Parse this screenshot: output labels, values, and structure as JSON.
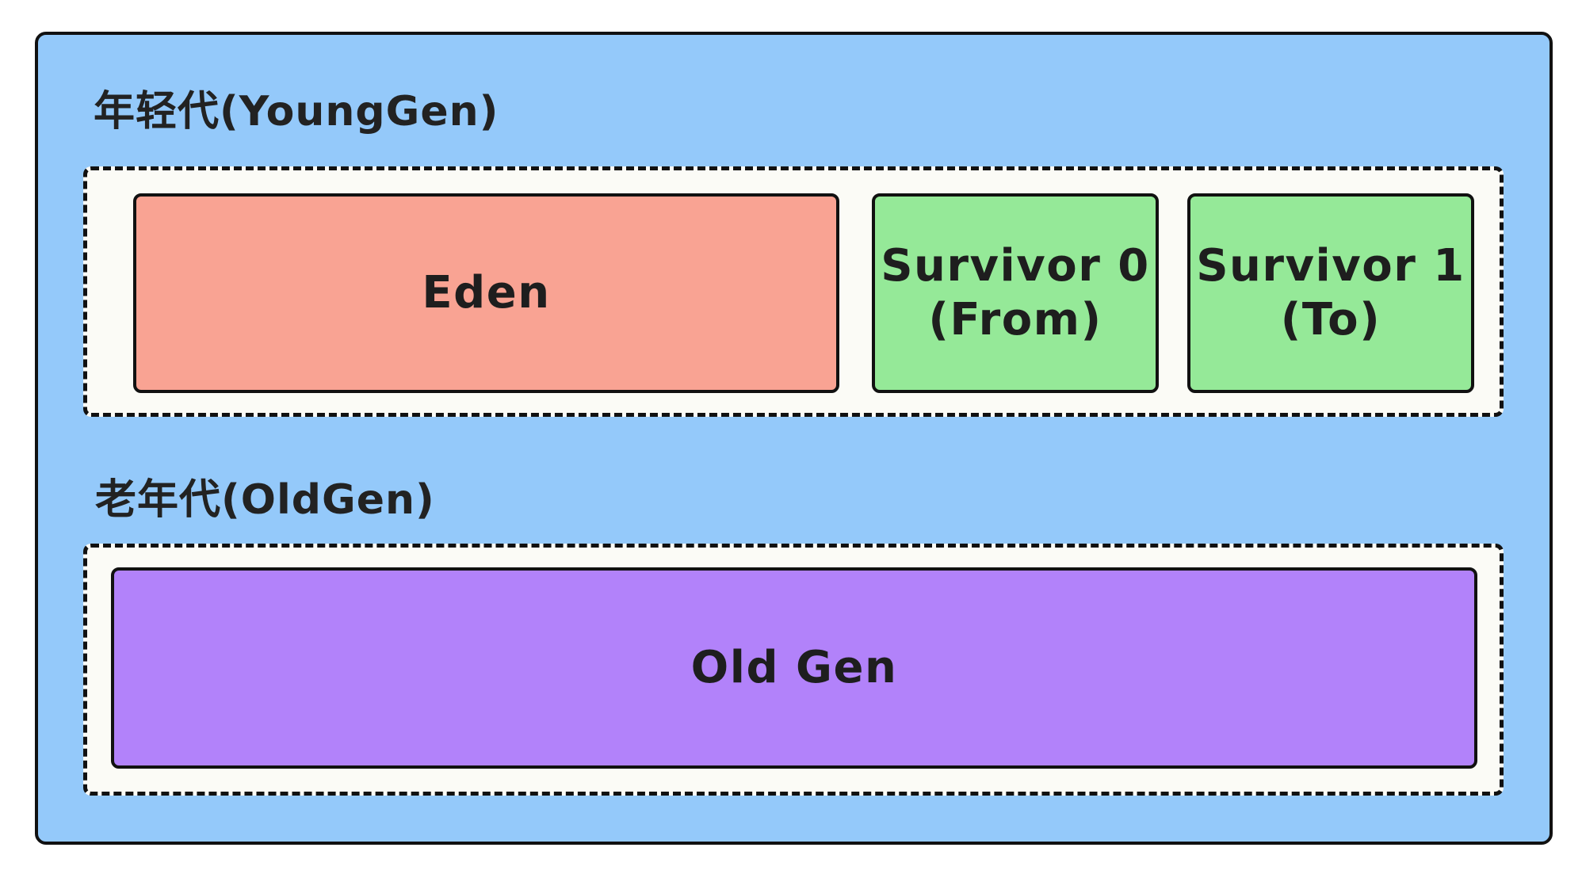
{
  "colors": {
    "heap_fill": "#94c9fa",
    "zone_fill": "#fbfbf6",
    "eden_fill": "#f9a393",
    "survivor_fill": "#95e998",
    "oldgen_fill": "#b282fa"
  },
  "young_gen": {
    "label": "年轻代(YoungGen)",
    "eden": {
      "label": "Eden"
    },
    "survivor0": {
      "line1": "Survivor 0",
      "line2": "(From)"
    },
    "survivor1": {
      "line1": "Survivor 1",
      "line2": "(To)"
    }
  },
  "old_gen": {
    "label": "老年代(OldGen)",
    "box": {
      "label": "Old Gen"
    }
  }
}
